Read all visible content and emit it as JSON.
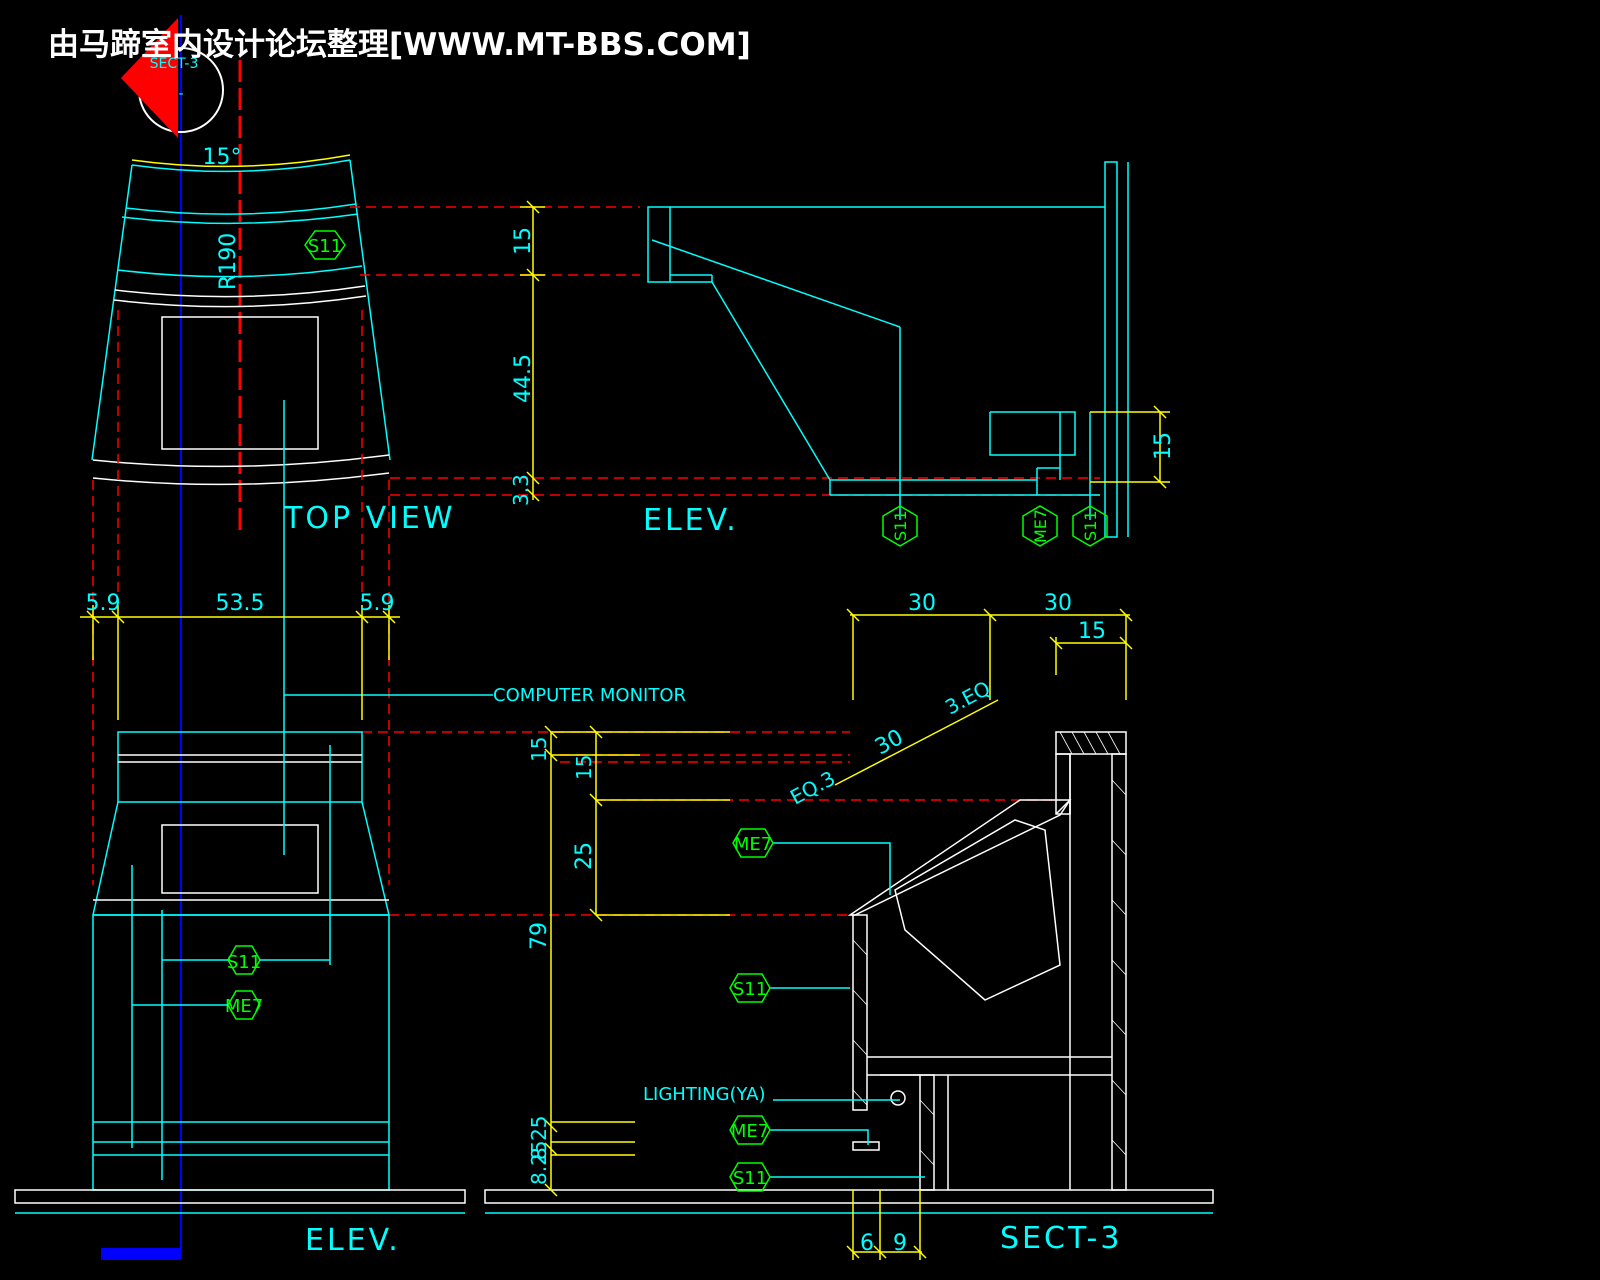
{
  "watermark": "由马蹄室内设计论坛整理[WWW.MT-BBS.COM]",
  "section_marker": {
    "text": "SECT-3",
    "sub": "-"
  },
  "views": {
    "top_view": "TOP  VIEW",
    "elev_upper": "ELEV.",
    "elev_lower": "ELEV.",
    "section": "SECT-3"
  },
  "dimensions": {
    "angle": "15°",
    "radius": "R190",
    "top_15": "15",
    "top_44_5": "44.5",
    "top_3_3": "3.3",
    "side_15": "15",
    "w_5_9_left": "5.9",
    "w_53_5": "53.5",
    "w_5_9_right": "5.9",
    "h_15": "15",
    "h_15b": "15",
    "h_25": "25",
    "h_79": "79",
    "h_8_25a": "8.25",
    "h_8_25b": "8.25",
    "s_30a": "30",
    "s_30b": "30",
    "s_15": "15",
    "s_30_diag": "30",
    "eq3_left": "EQ.3",
    "eq3_right": "3.EQ",
    "b_6": "6",
    "b_9": "9"
  },
  "labels": {
    "computer_monitor": "COMPUTER MONITOR",
    "lighting": "LIGHTING(YA)"
  },
  "tags": {
    "s11": "S11",
    "me7": "ME7"
  },
  "colors": {
    "background": "#000000",
    "outline": "#00ffff",
    "dimension": "#ffff00",
    "hidden": "#ff0000",
    "tag": "#00ff00",
    "axis": "#0000ff",
    "white": "#ffffff"
  }
}
